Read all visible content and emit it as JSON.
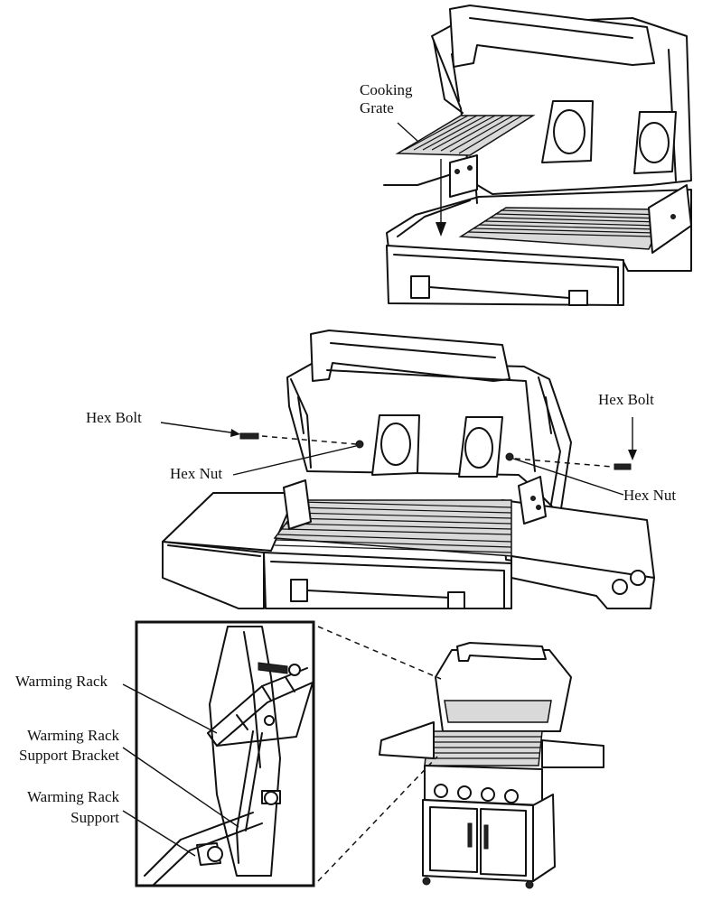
{
  "step1": {
    "labels": {
      "cooking_grate": "Cooking\nGrate"
    }
  },
  "step2": {
    "labels": {
      "hex_bolt_left": "Hex Bolt",
      "hex_nut_left": "Hex Nut",
      "hex_bolt_right": "Hex Bolt",
      "hex_nut_right": "Hex Nut"
    }
  },
  "step3": {
    "labels": {
      "warming_rack": "Warming Rack",
      "warming_rack_support_bracket": "Warming Rack\nSupport Bracket",
      "warming_rack_support": "Warming Rack\nSupport"
    }
  },
  "icons": [
    "grill-lid-icon",
    "cooking-grate-icon",
    "hex-bolt-icon",
    "hex-nut-icon",
    "warming-rack-icon",
    "grill-cart-icon"
  ]
}
